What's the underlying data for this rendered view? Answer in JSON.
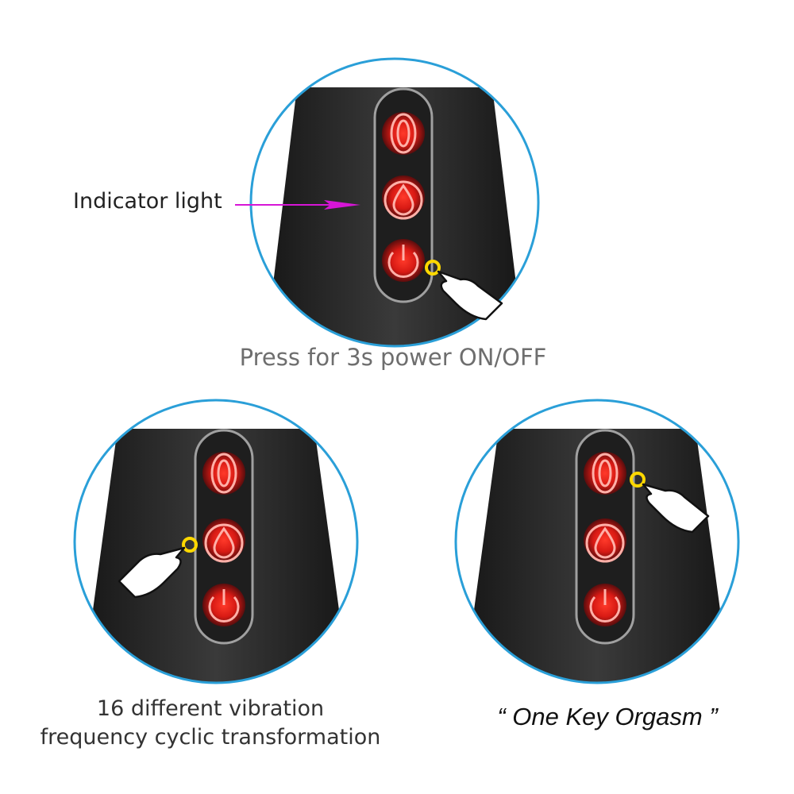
{
  "labels": {
    "indicator": "Indicator light",
    "power": "Press for 3s power ON/OFF",
    "vibration_line1": "16 different vibration",
    "vibration_line2": "frequency cyclic transformation",
    "orgasm": "“ One Key Orgasm ”"
  },
  "colors": {
    "ring": "#2a9fd8",
    "device": "#222222",
    "button_glow": "#e0201c",
    "arrow": "#d616d6",
    "touch": "#ffd800"
  },
  "icons": {
    "button_top": "zero-icon",
    "button_middle": "drop-icon",
    "button_bottom": "power-icon",
    "pointer": "pointing-hand-icon"
  }
}
